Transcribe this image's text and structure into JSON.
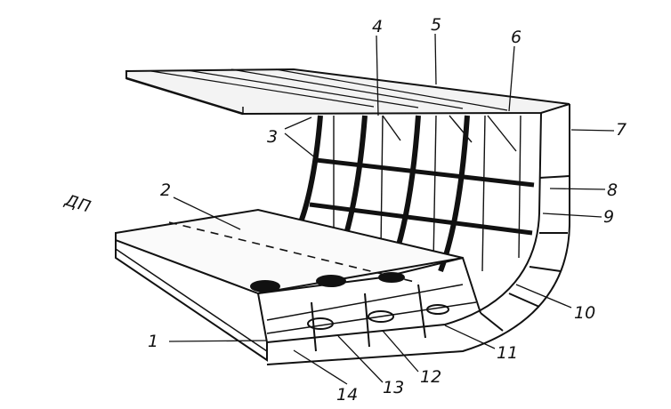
{
  "labels": {
    "dp": "ДП",
    "n1": "1",
    "n2": "2",
    "n3": "3",
    "n4": "4",
    "n5": "5",
    "n6": "6",
    "n7": "7",
    "n8": "8",
    "n9": "9",
    "n10": "10",
    "n11": "11",
    "n12": "12",
    "n13": "13",
    "n14": "14"
  }
}
